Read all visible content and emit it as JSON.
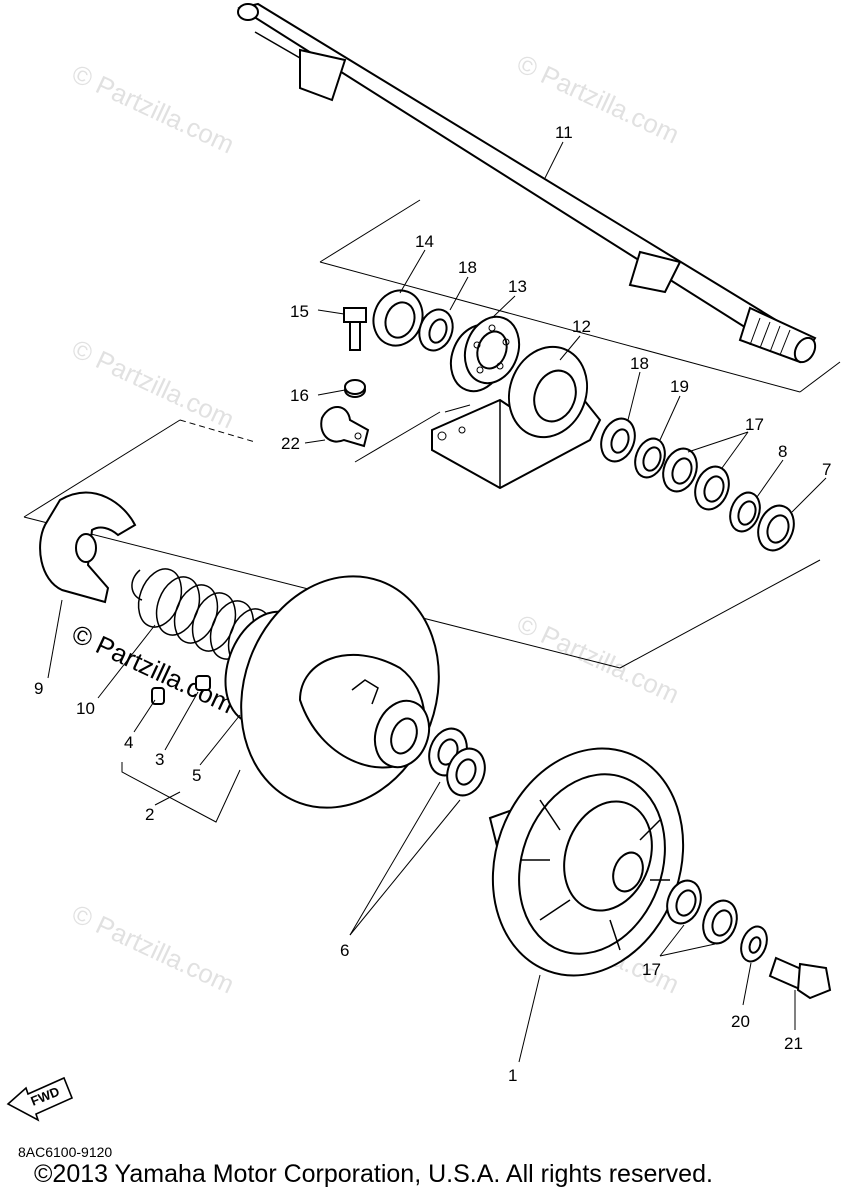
{
  "watermark": "© Partzilla.com",
  "diagram_code": "8AC6100-9120",
  "copyright": "©2013 Yamaha Motor Corporation, U.S.A. All rights reserved.",
  "fwd_label": "FWD",
  "callouts": {
    "c1": "1",
    "c2": "2",
    "c3": "3",
    "c4": "4",
    "c5": "5",
    "c6": "6",
    "c7": "7",
    "c8": "8",
    "c9": "9",
    "c10": "10",
    "c11": "11",
    "c12": "12",
    "c13": "13",
    "c14": "14",
    "c15": "15",
    "c16": "16",
    "c17a": "17",
    "c17b": "17",
    "c18a": "18",
    "c18b": "18",
    "c19": "19",
    "c20": "20",
    "c21": "21",
    "c22": "22"
  }
}
